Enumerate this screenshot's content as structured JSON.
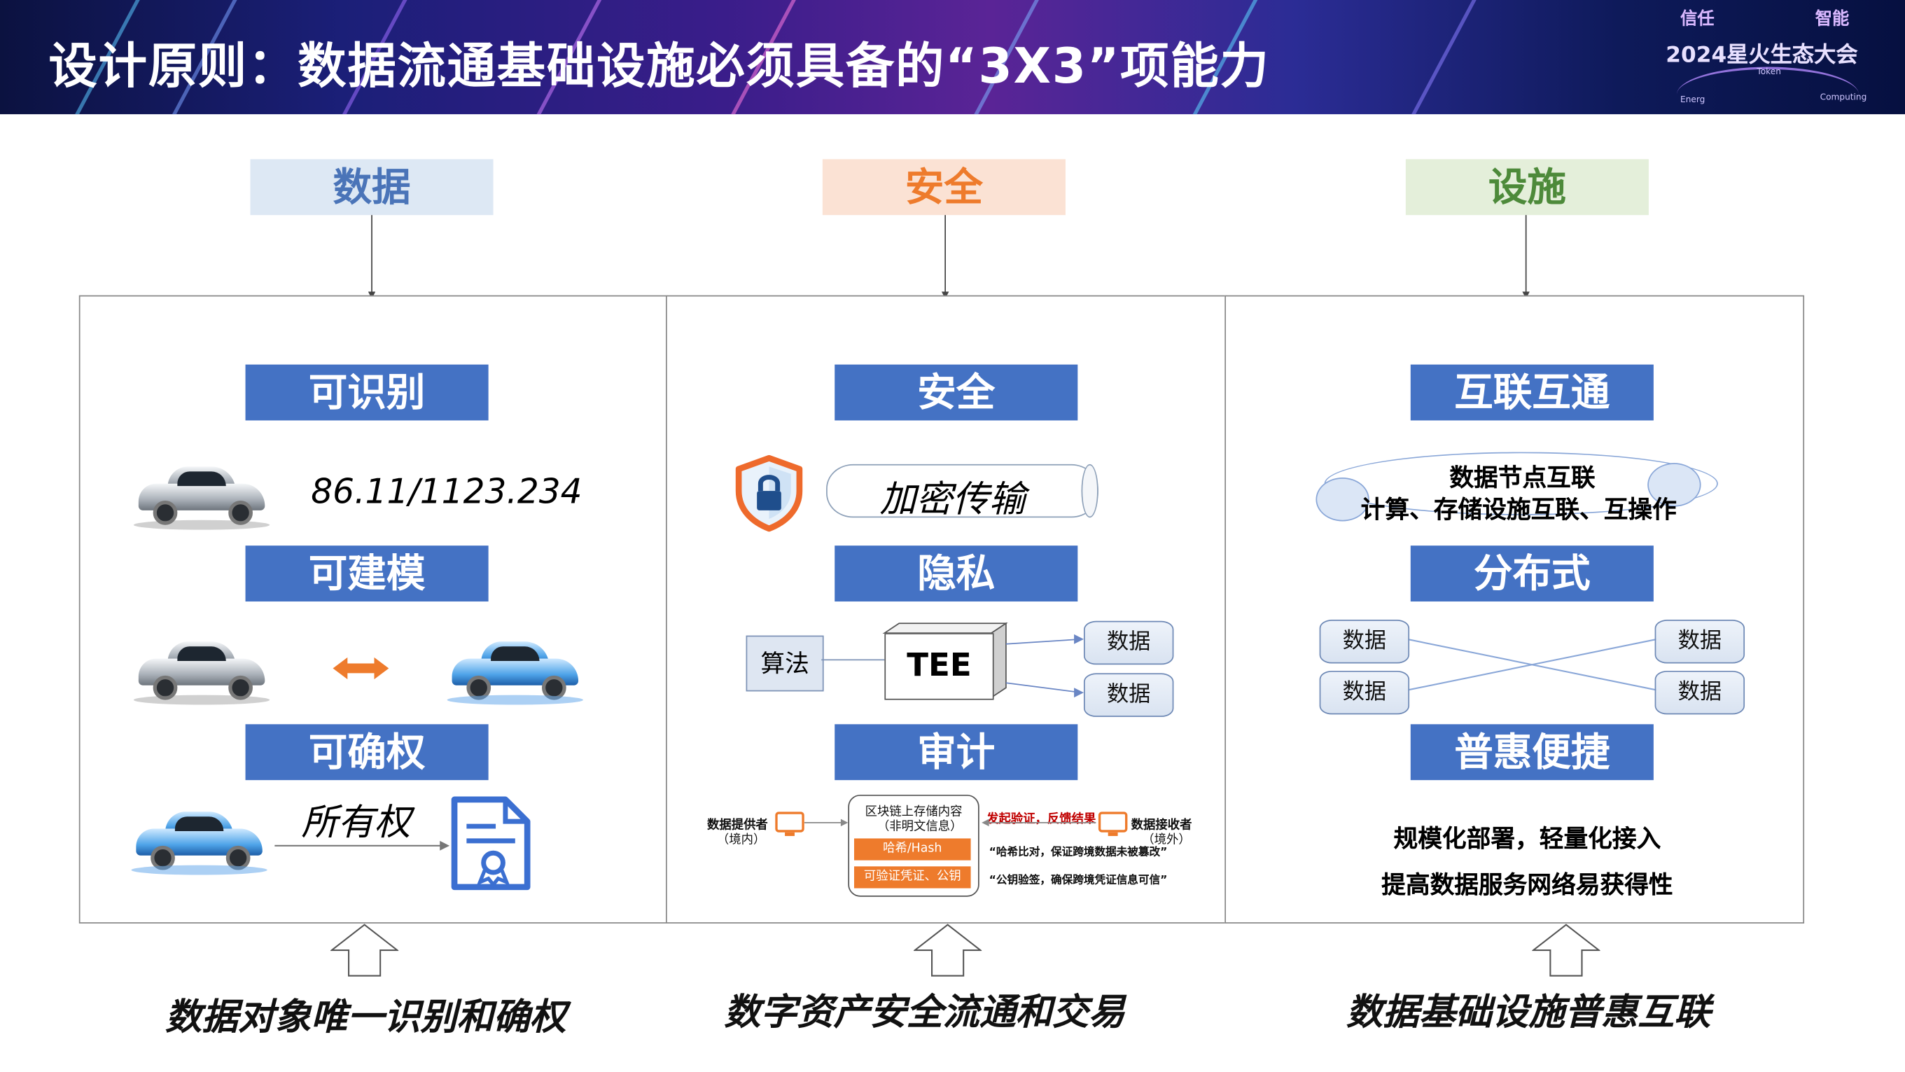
{
  "header": {
    "title": "设计原则：数据流通基础设施必须具备的“3X3”项能力",
    "logo_left_top": "信任",
    "logo_right_top": "智能",
    "logo_main": "2024星火生态大会",
    "logo_tiny_left": "Energ",
    "logo_tiny_mid": "Token",
    "logo_tiny_right": "Computing"
  },
  "columns": {
    "data": {
      "label": "数据",
      "color": "#4a74b8"
    },
    "security": {
      "label": "安全",
      "color": "#ee7b2c"
    },
    "facility": {
      "label": "设施",
      "color": "#4d8a3a"
    }
  },
  "data_panel": {
    "identifiable": "可识别",
    "identifier": "86.11/1123.234",
    "modelable": "可建模",
    "ownership_confirmable": "可确权",
    "ownership": "所有权"
  },
  "security_panel": {
    "security": "安全",
    "encrypted_transfer": "加密传输",
    "privacy": "隐私",
    "algorithm": "算法",
    "tee": "TEE",
    "data_a": "数据",
    "data_b": "数据",
    "audit": "审计",
    "provider": "数据提供者",
    "provider_loc": "（境内）",
    "chain_title": "区块链上存储内容",
    "chain_sub": "（非明文信息）",
    "hash": "哈希/Hash",
    "credential": "可验证凭证、公钥",
    "verify": "发起验证，反馈结果",
    "receiver": "数据接收者",
    "receiver_loc": "（境外）",
    "note_hash": "“哈希比对，保证跨境数据未被篡改”",
    "note_key": "“公钥验签，确保跨境凭证信息可信”"
  },
  "facility_panel": {
    "interconnect": "互联互通",
    "node_line1": "数据节点互联",
    "node_line2": "计算、存储设施互联、互操作",
    "distributed": "分布式",
    "d1": "数据",
    "d2": "数据",
    "d3": "数据",
    "d4": "数据",
    "inclusive": "普惠便捷",
    "line1": "规模化部署，轻量化接入",
    "line2": "提高数据服务网络易获得性"
  },
  "bottom": {
    "data": "数据对象唯一识别和确权",
    "security": "数字资产安全流通和交易",
    "facility": "数据基础设施普惠互联"
  },
  "colors": {
    "block_blue": "#4472c4",
    "orange": "#ee7b2c",
    "red_text": "#c00000"
  }
}
